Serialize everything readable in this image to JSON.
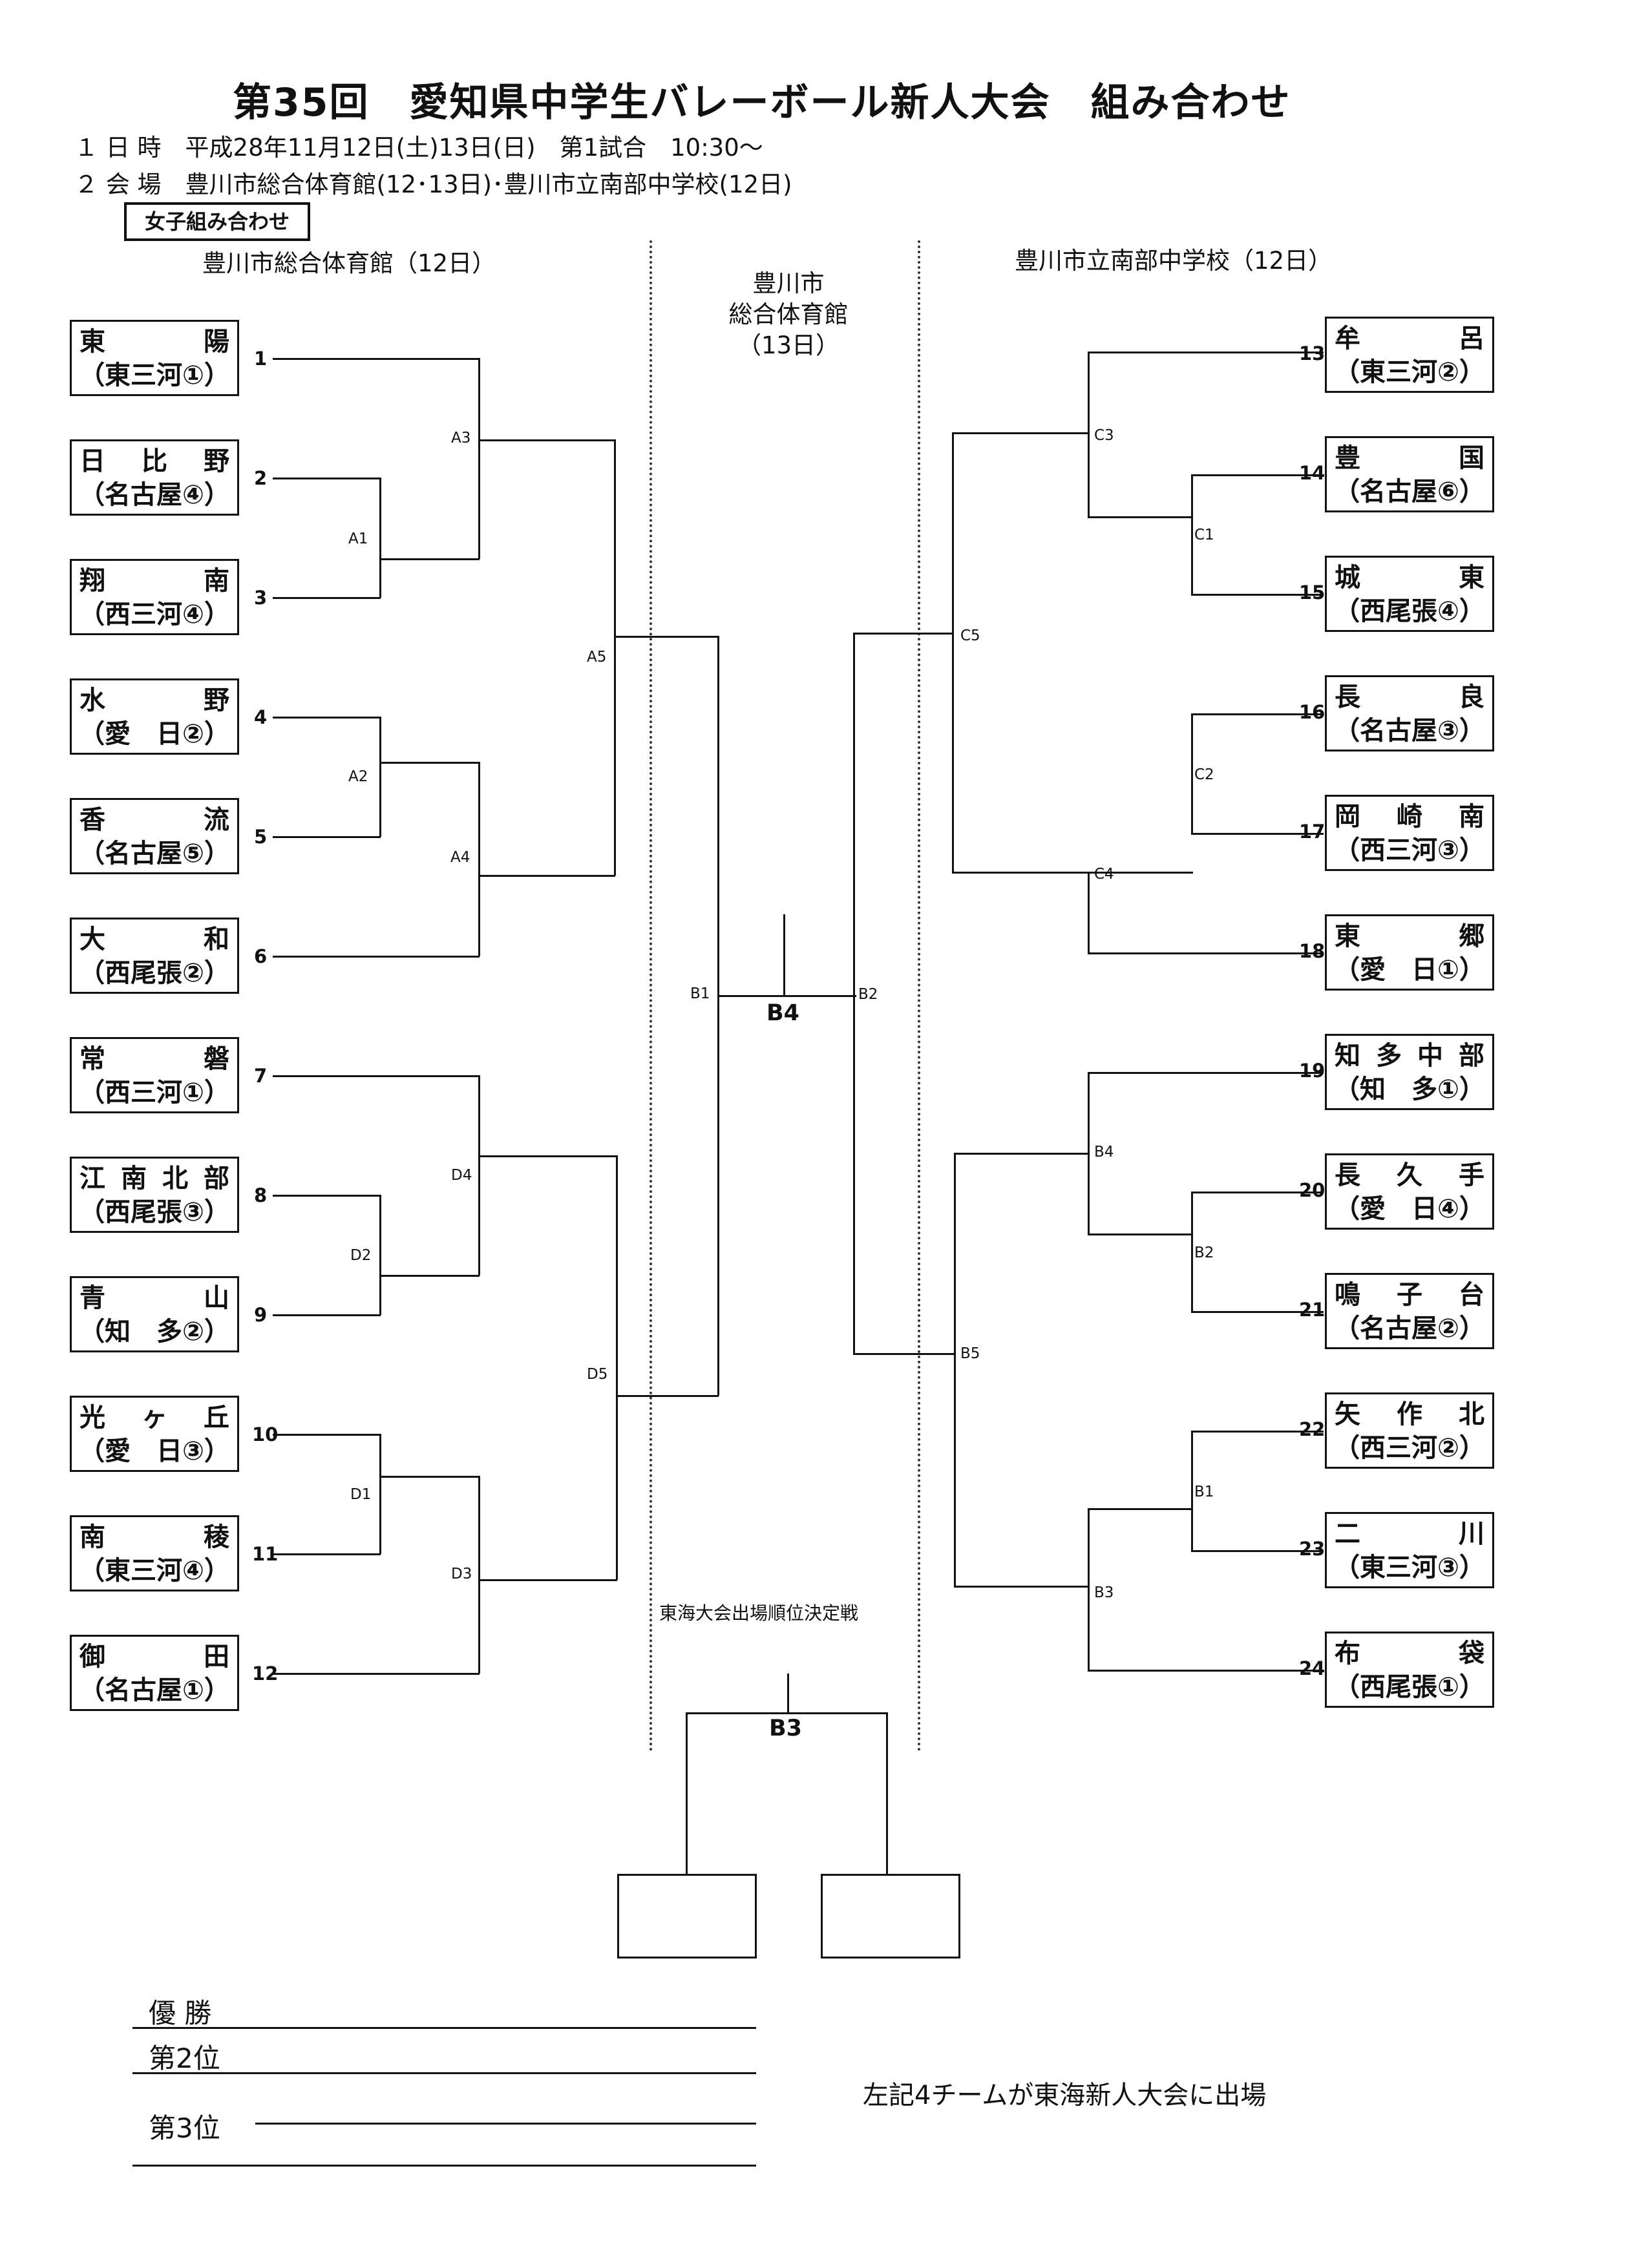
{
  "header": {
    "title": "第35回　愛知県中学生バレーボール新人大会　組み合わせ",
    "line1": "１ 日 時　平成28年11月12日(土)13日(日)　第1試合　10:30～",
    "line2": "２ 会 場　豊川市総合体育館(12･13日)･豊川市立南部中学校(12日)",
    "division": "女子組み合わせ"
  },
  "venues": {
    "left": "豊川市総合体育館（12日）",
    "center": [
      "豊川市",
      "総合体育館",
      "（13日）"
    ],
    "right": "豊川市立南部中学校（12日）"
  },
  "teams": [
    {
      "num": "1",
      "name": "東陽",
      "region": "（東三河①）"
    },
    {
      "num": "2",
      "name": "日比野",
      "region": "（名古屋④）"
    },
    {
      "num": "3",
      "name": "翔南",
      "region": "（西三河④）"
    },
    {
      "num": "4",
      "name": "水野",
      "region": "（愛　日②）"
    },
    {
      "num": "5",
      "name": "香流",
      "region": "（名古屋⑤）"
    },
    {
      "num": "6",
      "name": "大和",
      "region": "（西尾張②）"
    },
    {
      "num": "7",
      "name": "常磐",
      "region": "（西三河①）"
    },
    {
      "num": "8",
      "name": "江南北部",
      "region": "（西尾張③）"
    },
    {
      "num": "9",
      "name": "青山",
      "region": "（知　多②）"
    },
    {
      "num": "10",
      "name": "光ヶ丘",
      "region": "（愛　日③）"
    },
    {
      "num": "11",
      "name": "南稜",
      "region": "（東三河④）"
    },
    {
      "num": "12",
      "name": "御田",
      "region": "（名古屋①）"
    },
    {
      "num": "13",
      "name": "牟呂",
      "region": "（東三河②）"
    },
    {
      "num": "14",
      "name": "豊国",
      "region": "（名古屋⑥）"
    },
    {
      "num": "15",
      "name": "城東",
      "region": "（西尾張④）"
    },
    {
      "num": "16",
      "name": "長良",
      "region": "（名古屋③）"
    },
    {
      "num": "17",
      "name": "岡崎南",
      "region": "（西三河③）"
    },
    {
      "num": "18",
      "name": "東郷",
      "region": "（愛　日①）"
    },
    {
      "num": "19",
      "name": "知多中部",
      "region": "（知　多①）"
    },
    {
      "num": "20",
      "name": "長久手",
      "region": "（愛　日④）"
    },
    {
      "num": "21",
      "name": "鳴子台",
      "region": "（名古屋②）"
    },
    {
      "num": "22",
      "name": "矢作北",
      "region": "（西三河②）"
    },
    {
      "num": "23",
      "name": "二川",
      "region": "（東三河③）"
    },
    {
      "num": "24",
      "name": "布袋",
      "region": "（西尾張①）"
    }
  ],
  "matches": {
    "A1": "A1",
    "A2": "A2",
    "A3": "A3",
    "A4": "A4",
    "A5": "A5",
    "D1": "D1",
    "D2": "D2",
    "D3": "D3",
    "D4": "D4",
    "D5": "D5",
    "C1": "C1",
    "C2": "C2",
    "C3": "C3",
    "C4": "C4",
    "C5": "C5",
    "B1": "B1",
    "B2": "B2",
    "B4": "B4",
    "B4R": "B4",
    "B5": "B5",
    "B1R": "B1",
    "B2R": "B2",
    "B3": "B3",
    "final": "B4",
    "third": "B3"
  },
  "third_place_label": "東海大会出場順位決定戦",
  "results": {
    "first": "優 勝",
    "second": "第2位",
    "third": "第3位"
  },
  "note": "左記4チームが東海新人大会に出場"
}
